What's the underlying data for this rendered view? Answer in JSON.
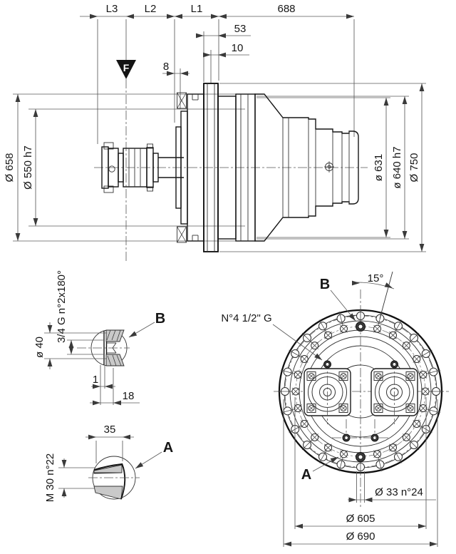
{
  "drawing": {
    "side_view": {
      "l3": "L3",
      "l2": "L2",
      "l1": "L1",
      "overall_length": "688",
      "flange_width": "53",
      "pilot_width": "10",
      "bearing_width": "8",
      "dia_658": "Ø 658",
      "dia_550": "Ø 550 h7",
      "dia_631": "ø 631",
      "dia_640": "ø 640 h7",
      "dia_750": "Ø 750",
      "load_marker": "F"
    },
    "detail_b": {
      "callout": "B",
      "port_thread": "3/4 G n°2x180°",
      "port_dia": "ø 40",
      "wall": "1",
      "depth": "18"
    },
    "detail_a": {
      "callout": "A",
      "thread": "M 30 n°22",
      "width": "35"
    },
    "front_view": {
      "callout_b": "B",
      "callout_a": "A",
      "hole_angle": "15°",
      "service_ports": "N°4 1/2\" G",
      "through_holes": "Ø 33 n°24",
      "bolt_circle_dia": "Ø 605",
      "outer_dia": "Ø 690"
    }
  }
}
